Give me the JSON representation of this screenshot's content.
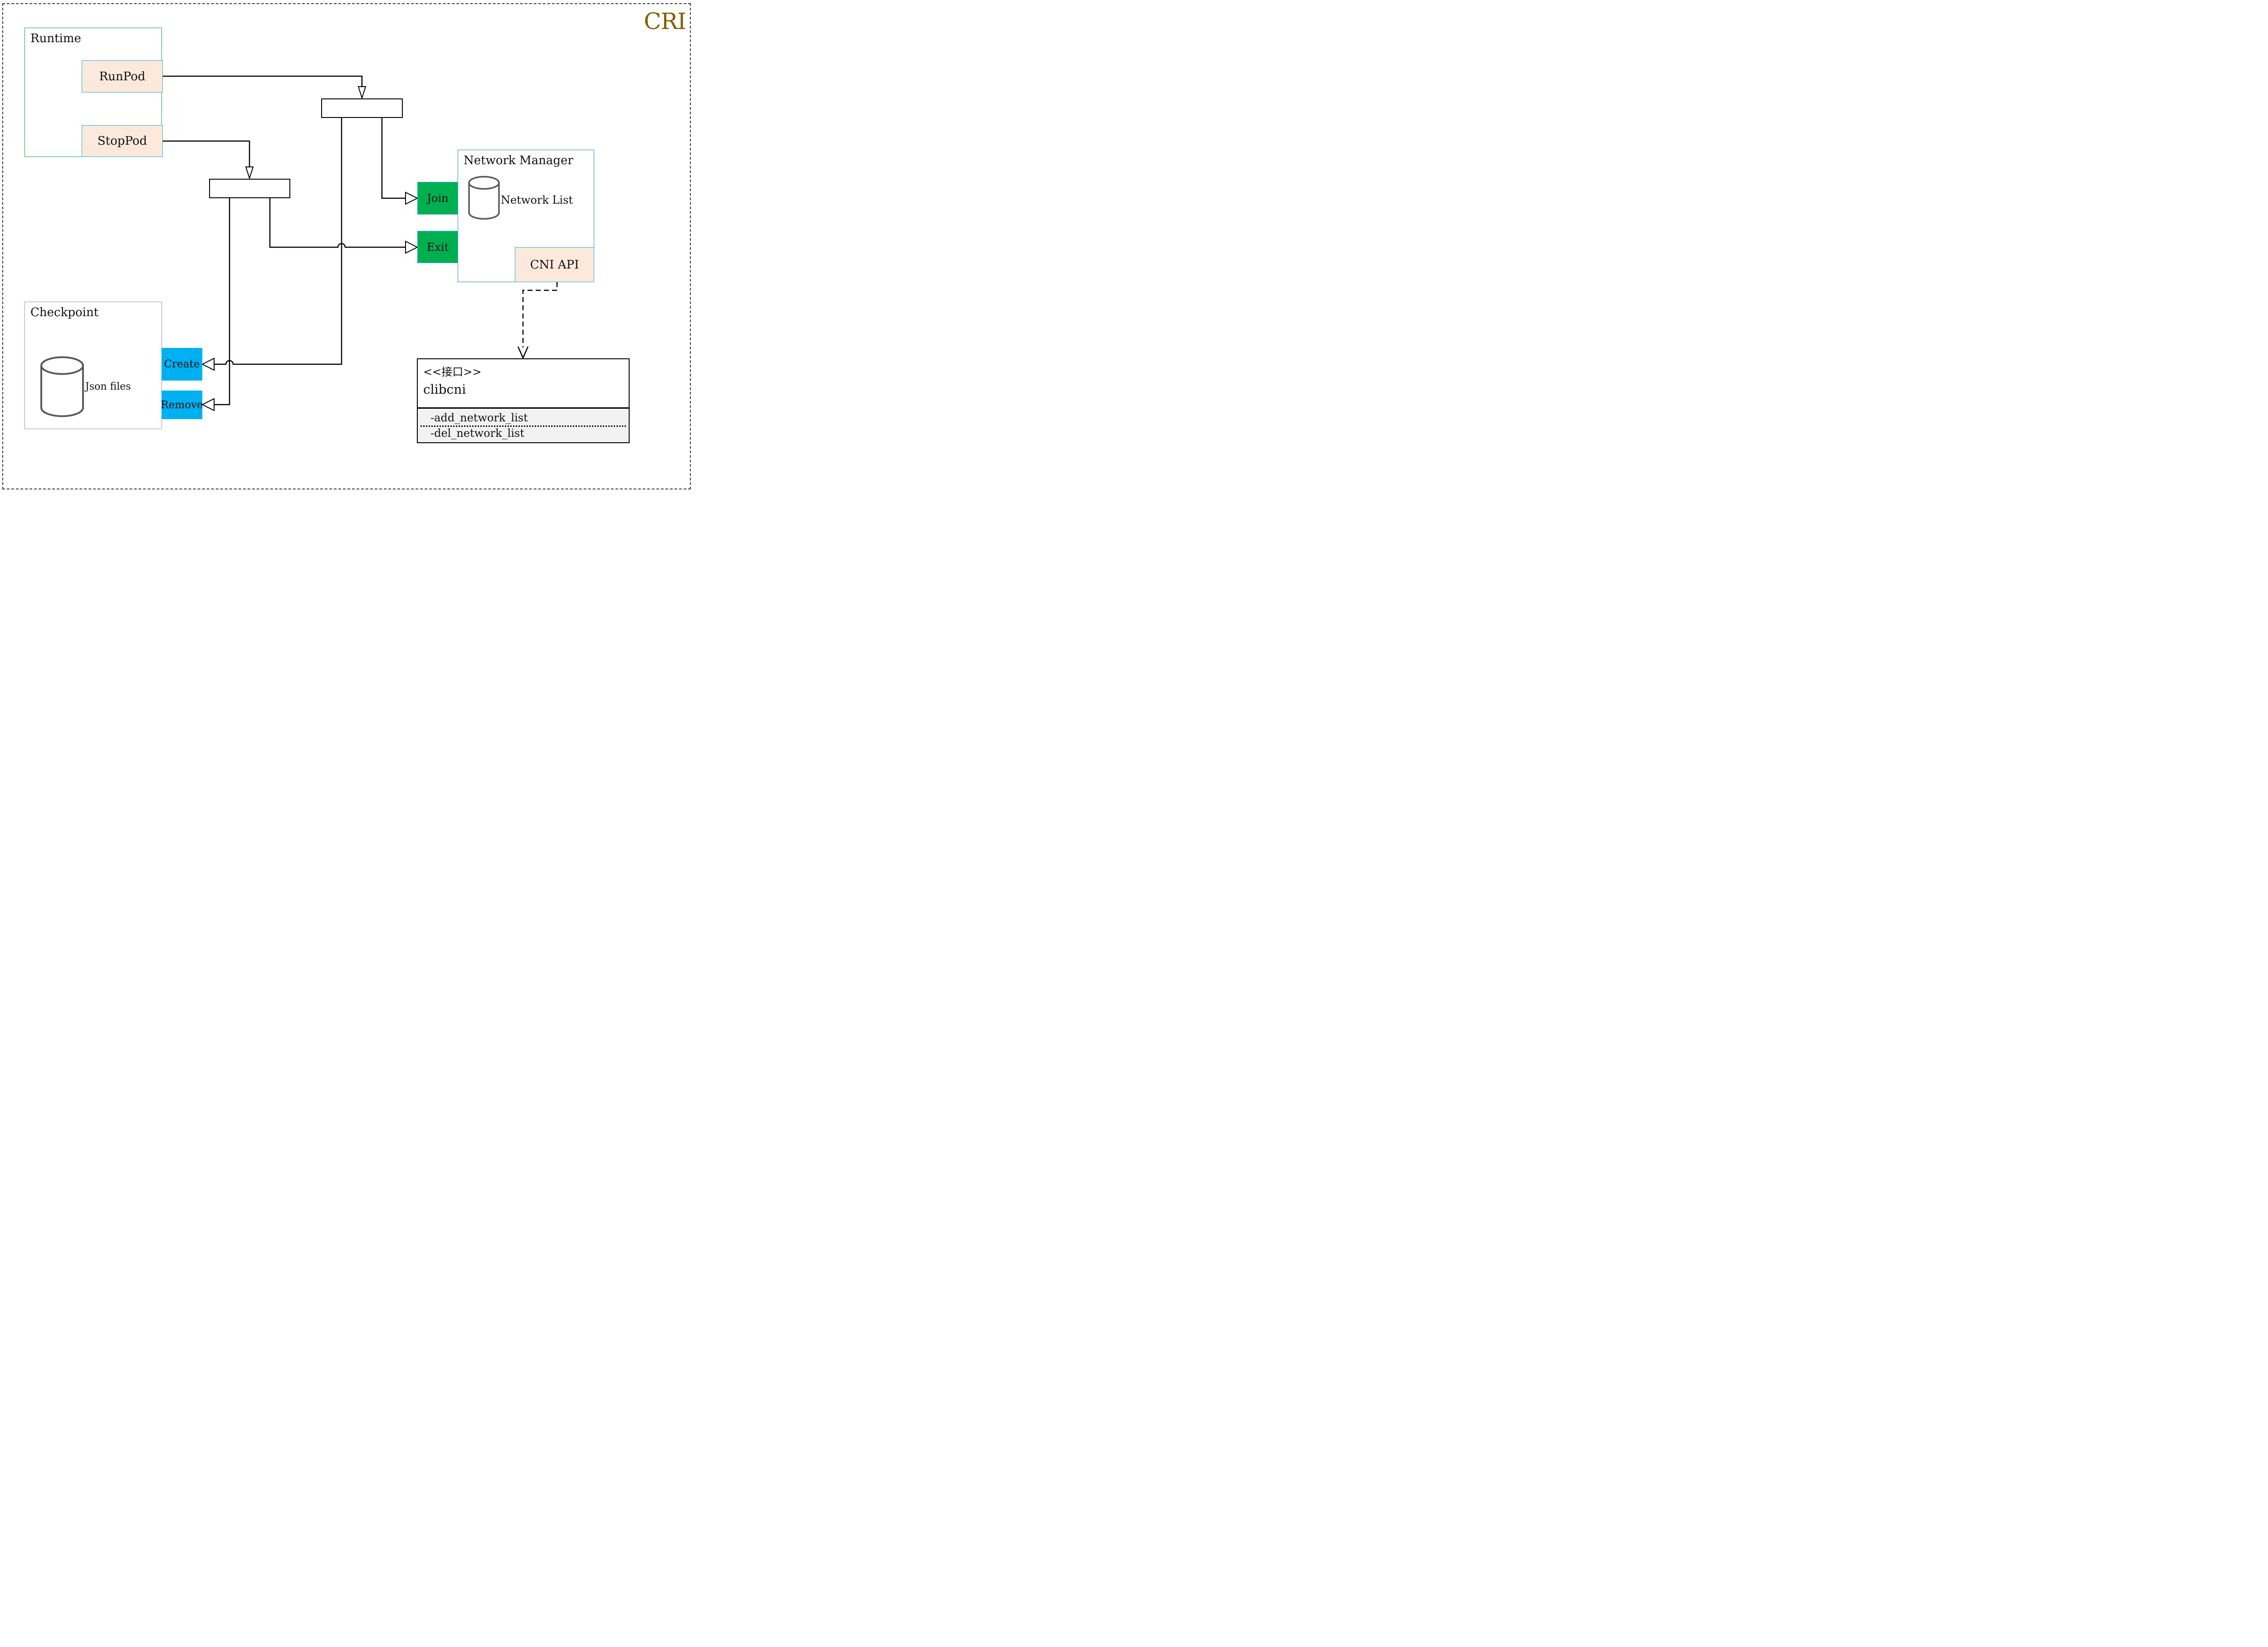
{
  "title": "CRI",
  "colors": {
    "accent_gold": "#7F6000",
    "green_fill": "#00B050",
    "blue_fill": "#00B0F0",
    "peach_fill": "#FCE9DB",
    "runtime_border": "#00A651",
    "network_manager_border": "#2E86C8",
    "checkpoint_border": "#9B8EC4",
    "node_border": "#29ABE2",
    "methods_bg": "#F2F2F2"
  },
  "runtime": {
    "label": "Runtime",
    "buttons": [
      {
        "label": "RunPod"
      },
      {
        "label": "StopPod"
      }
    ]
  },
  "checkpoint": {
    "label": "Checkpoint",
    "store_label": "Json files",
    "buttons": [
      {
        "label": "Create"
      },
      {
        "label": "Remove"
      }
    ]
  },
  "network_manager": {
    "label": "Network Manager",
    "store_label": "Network List",
    "buttons": [
      {
        "label": "Join"
      },
      {
        "label": "Exit"
      }
    ],
    "api_label": "CNI API"
  },
  "interface_box": {
    "stereotype": "<<接口>>",
    "name": "clibcni",
    "methods": [
      "-add_network_list",
      "-del_network_list"
    ]
  }
}
